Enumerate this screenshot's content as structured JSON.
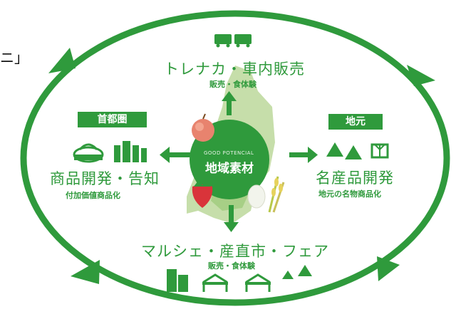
{
  "left_fragment": "ニ」",
  "center": {
    "small_label": "GOOD POTENCIAL",
    "label": "地域素材"
  },
  "top": {
    "title": "トレナカ・車内販売",
    "subtitle": "販売・食体験"
  },
  "left": {
    "tag": "首都圏",
    "title": "商品開発・告知",
    "subtitle": "付加価値商品化"
  },
  "right": {
    "tag": "地元",
    "title": "名産品開発",
    "subtitle": "地元の名物商品化"
  },
  "bottom": {
    "title": "マルシェ・産直市・フェア",
    "subtitle": "販売・食体験"
  },
  "icons": [
    "train-icon",
    "bag-icon",
    "shelf-icon",
    "mountain-icon",
    "gift-icon",
    "building-icon",
    "tent-icon",
    "apple-icon",
    "strawberry-icon",
    "rice-icon"
  ],
  "colors": {
    "green": "#2f9a3c",
    "light_green": "#c6deaa",
    "map_green": "#a7cf86",
    "white": "#ffffff",
    "text": "#111111"
  }
}
